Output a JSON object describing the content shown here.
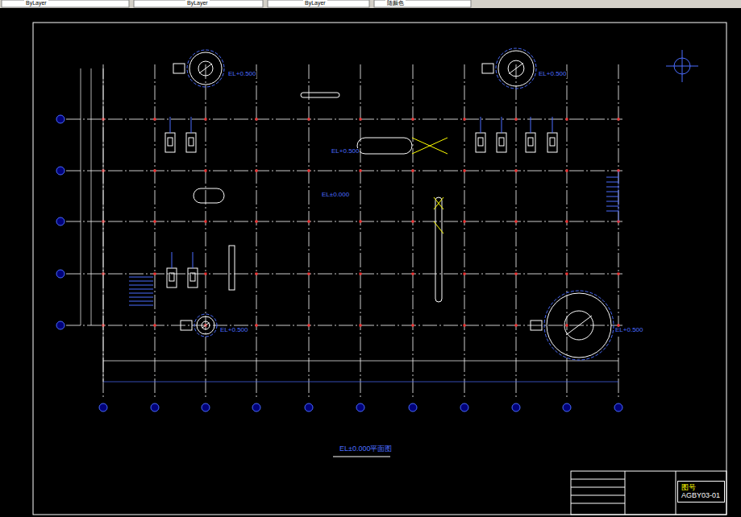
{
  "diagram": {
    "caption": "EL±0.000平面图",
    "nodes": [
      {
        "text": [
          "图号",
          "AGBY03-01"
        ]
      }
    ],
    "labels": [
      "ByLayer",
      "ByLayer",
      "ByLayer",
      "随颜色",
      "EL+0.500",
      "EL+0.500",
      "EL+0.500",
      "EL+0.500",
      "EL+0.500",
      "EL±0.000"
    ]
  }
}
